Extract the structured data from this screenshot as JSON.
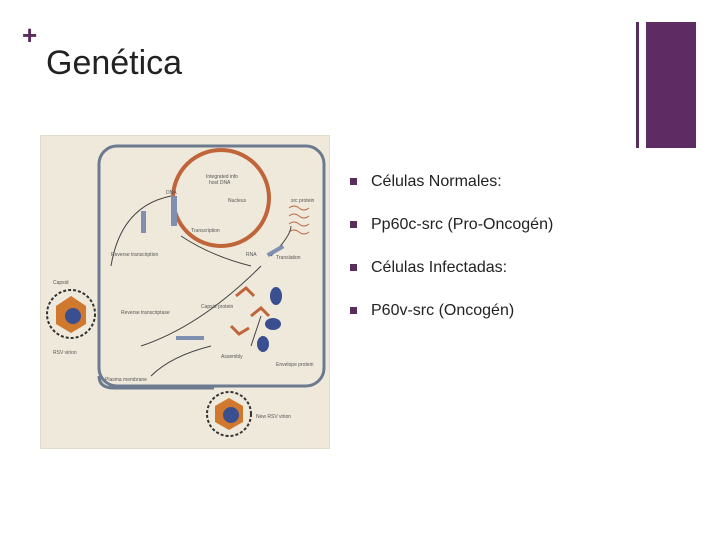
{
  "slide": {
    "plus_sign": "+",
    "title": "Genética"
  },
  "bullets": [
    {
      "text": "Células Normales:"
    },
    {
      "text": "Pp60c-src (Pro-Oncogén)"
    },
    {
      "text": "Células Infectadas:"
    },
    {
      "text": "P60v-src (Oncogén)"
    }
  ],
  "diagram_labels": {
    "integrated": "Integrated info",
    "host_dna": "host DNA",
    "dna": "DNA",
    "nucleus": "Nucleus",
    "transcription": "Transcription",
    "reverse_transcription": "Reverse transcription",
    "rna": "RNA",
    "translation": "Translation",
    "src_protein": "src protein",
    "capsid": "Capsid",
    "rsv_virion": "RSV virion",
    "reverse_transcriptase": "Reverse transcriptase",
    "capsid_protein": "Capsid protein",
    "envelope_protein": "Envelope protein",
    "assembly": "Assembly",
    "plasma_membrane": "Plasma membrane",
    "new_virion": "New RSV virion"
  },
  "colors": {
    "accent": "#5e2b63",
    "nucleus": "#c0643a",
    "cell_outline": "#6b7a8f",
    "virion_core": "#d0782e",
    "virion_inner": "#3a4f8f"
  }
}
